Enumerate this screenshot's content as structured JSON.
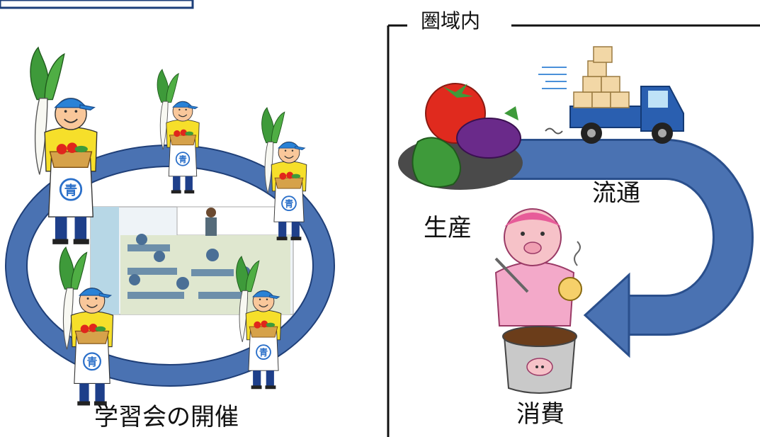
{
  "left_panel": {
    "caption": "学習会の開催",
    "badge_char": "青",
    "ring_color": "#4a72b2"
  },
  "right_panel": {
    "region_label": "圏域内",
    "stages": {
      "production": "生産",
      "distribution": "流通",
      "consumption": "消費"
    },
    "arrow_color": "#4a72b2"
  }
}
